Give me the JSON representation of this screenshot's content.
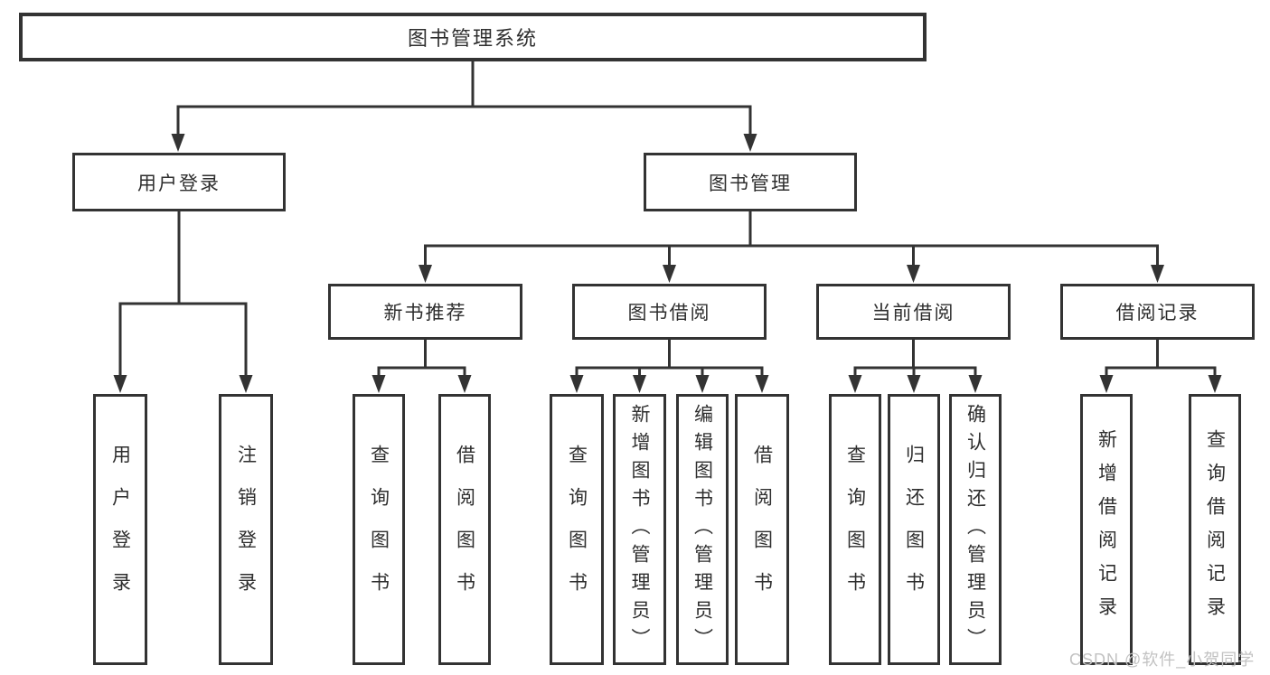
{
  "diagram": {
    "root": "图书管理系统",
    "level2": {
      "user_login": "用户登录",
      "book_management": "图书管理"
    },
    "level3": {
      "new_book_recommend": "新书推荐",
      "book_borrow": "图书借阅",
      "current_borrow": "当前借阅",
      "borrow_records": "借阅记录"
    },
    "leaves": {
      "user_login": "用户登录",
      "logout": "注销登录",
      "recommend_query_books": "查询图书",
      "recommend_borrow_books": "借阅图书",
      "borrow_query_books": "查询图书",
      "borrow_add_books_admin": "新增图书（管理员）",
      "borrow_edit_books_admin": "编辑图书（管理员）",
      "borrow_borrow_books": "借阅图书",
      "current_query_books": "查询图书",
      "current_return_books": "归还图书",
      "current_confirm_return_admin": "确认归还（管理员）",
      "records_add_record": "新增借阅记录",
      "records_query_record": "查询借阅记录"
    }
  },
  "watermark": "CSDN @软件_小贺同学",
  "colors": {
    "line": "#333333",
    "text": "#2e2e2e",
    "box_fill": "#ffffff",
    "background": "#ffffff",
    "watermark": "#c2c2c2"
  }
}
